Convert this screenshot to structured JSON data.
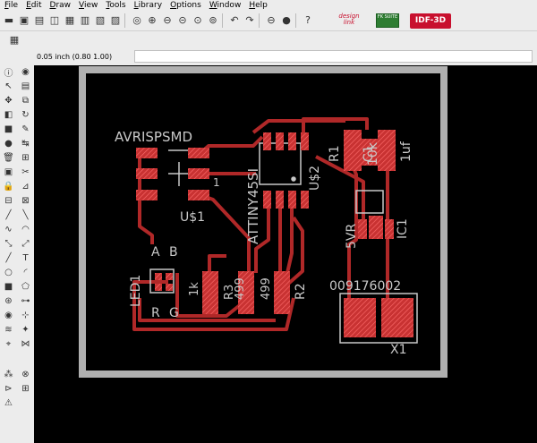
{
  "menu": [
    "File",
    "Edit",
    "Draw",
    "View",
    "Tools",
    "Library",
    "Options",
    "Window",
    "Help"
  ],
  "toolbar": {
    "icons": [
      "folder-open-icon",
      "save-icon",
      "print-icon",
      "cam-icon",
      "board-icon",
      "schematic-icon",
      "script-icon",
      "run-icon",
      "zoom-fit-icon",
      "zoom-in-icon",
      "zoom-out-icon",
      "zoom-minus-icon",
      "zoom-select-icon",
      "zoom-area-icon",
      "undo-icon",
      "redo-icon",
      "stop-icon",
      "go-icon",
      "help-icon"
    ],
    "logos": {
      "design_link": "design link",
      "fk": "FK SUITE",
      "idf": "IDF-3D"
    }
  },
  "coord_display": "0.05 inch (0.80 1.00)",
  "command_input": "",
  "board": {
    "labels": {
      "avrisp": "AVRISPSMD",
      "us1": "U$1",
      "pin1": "1",
      "attiny": "ATTINY45SI",
      "us2": "U$2",
      "r1": "R1",
      "r1_value": "10k",
      "c1": "C1",
      "c1_value": "1uf",
      "vr": "5VR",
      "ic1": "IC1",
      "led_a": "A",
      "led_b": "B",
      "led_name": "LED1",
      "led_r": "R",
      "led_g": "G",
      "r_1k": "1k",
      "r3": "R3",
      "r_499a": "499",
      "r_499b": "499",
      "r2": "R2",
      "conn": "009176002",
      "x1": "X1"
    },
    "colors": {
      "trace": "#b02828",
      "pad": "#c83232",
      "silk": "#c8c8c8",
      "outline": "#b0b0b0",
      "background": "#000000"
    }
  }
}
